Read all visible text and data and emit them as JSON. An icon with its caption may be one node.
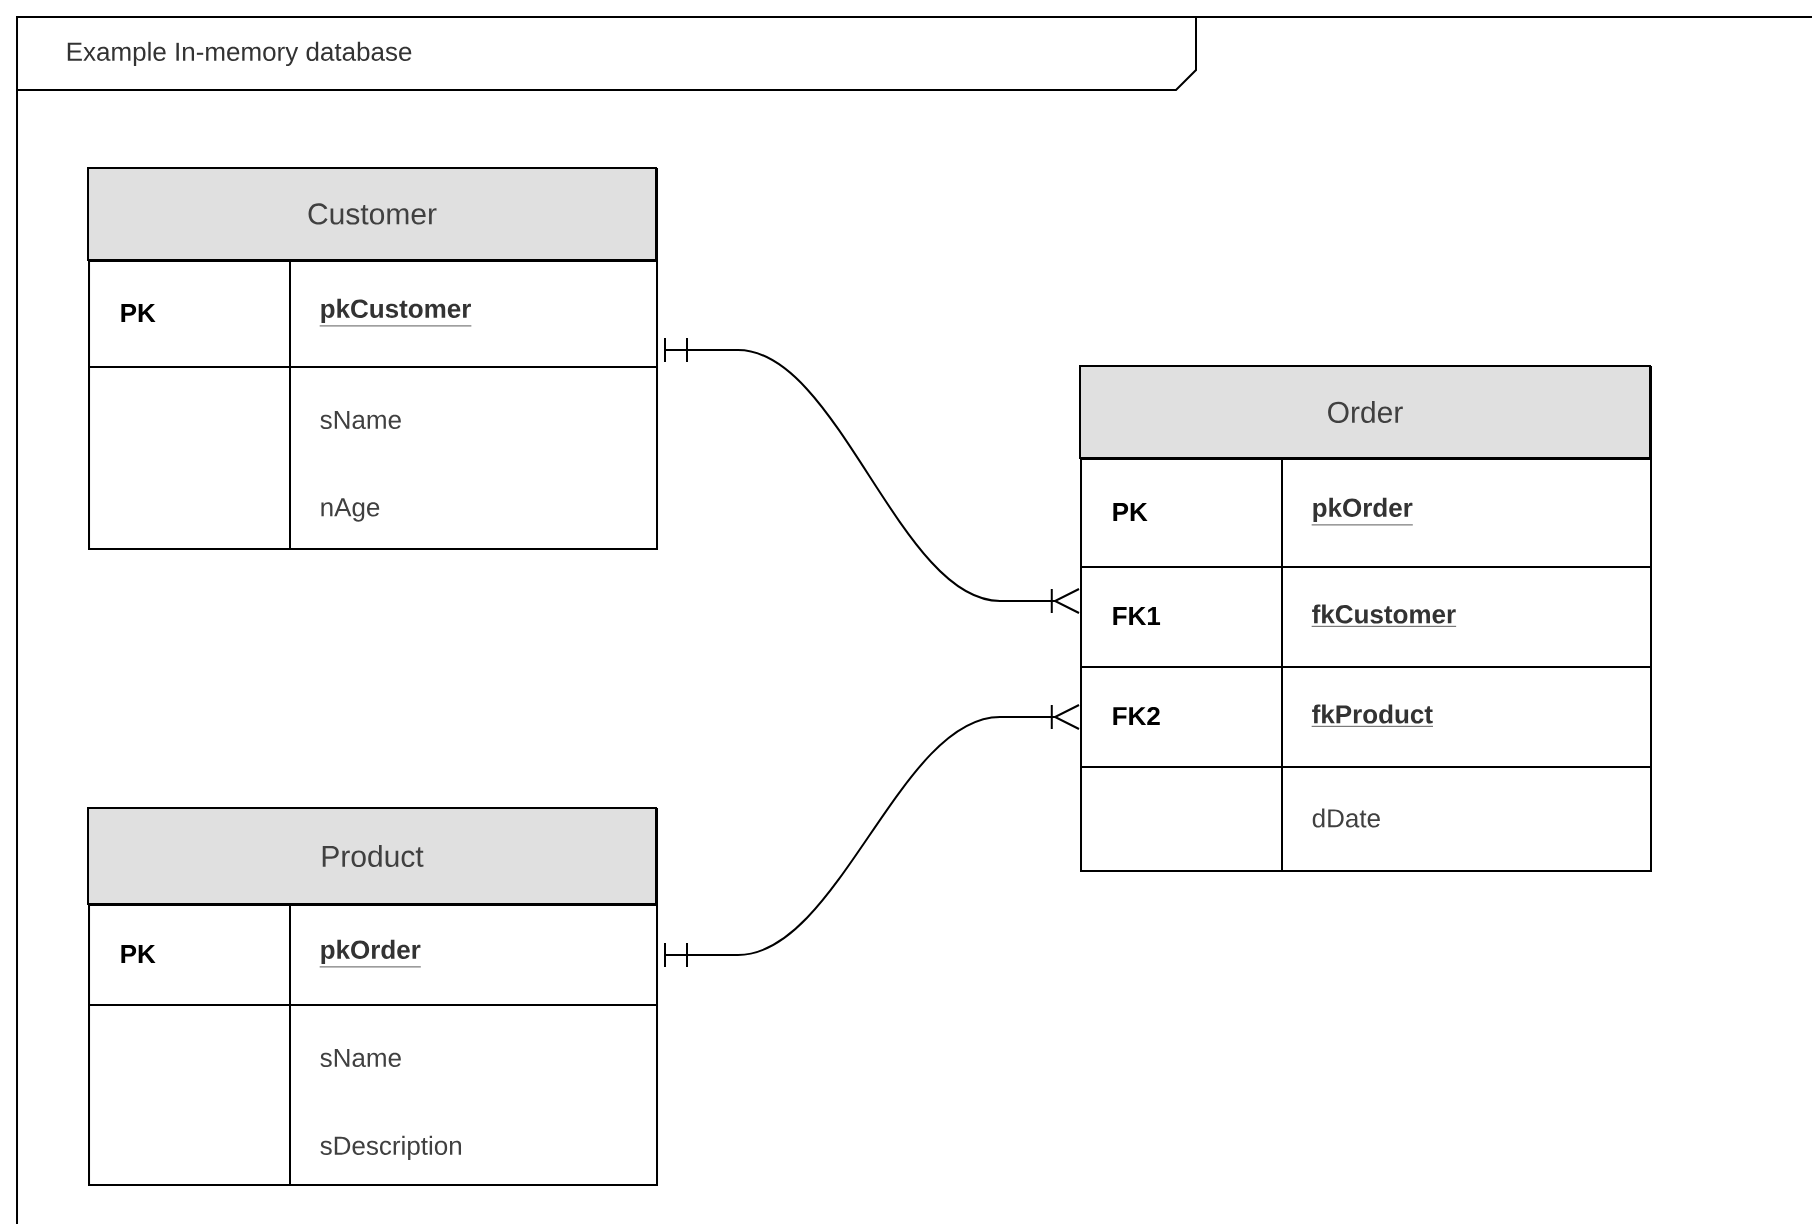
{
  "diagram": {
    "nodes": [
      {
        "text": [
          "Example In-memory database"
        ]
      },
      {
        "text": [
          "Customer"
        ],
        "in": 0
      },
      {
        "text": [
          "PK",
          "pkCustomer"
        ],
        "in": 1
      },
      {
        "text": [
          "sName",
          "nAge"
        ],
        "in": 1
      },
      {
        "text": [
          "Order"
        ],
        "in": 0
      },
      {
        "text": [
          "PK",
          "pkOrder"
        ],
        "in": 4
      },
      {
        "text": [
          "FK1",
          "fkCustomer"
        ],
        "in": 4
      },
      {
        "text": [
          "FK2",
          "fkProduct"
        ],
        "in": 4
      },
      {
        "text": [
          "dDate"
        ],
        "in": 4
      },
      {
        "text": [
          "Product"
        ],
        "in": 0
      },
      {
        "text": [
          "PK",
          "pkOrder"
        ],
        "in": 9
      },
      {
        "text": [
          "sName",
          "sDescription"
        ],
        "in": 9
      }
    ],
    "edges": [
      {
        "from": 2,
        "to": 6,
        "arrow": "other"
      },
      {
        "from": 10,
        "to": 7,
        "arrow": "other"
      }
    ]
  }
}
